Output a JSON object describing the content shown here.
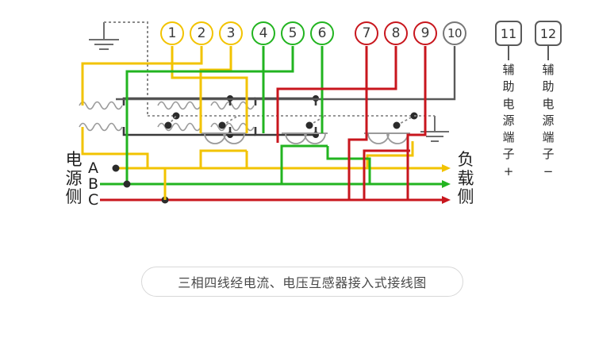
{
  "diagram": {
    "caption": "三相四线经电流、电压互感器接入式接线图",
    "source_side": {
      "label_chars": [
        "电",
        "源",
        "侧"
      ],
      "phases": [
        "A",
        "B",
        "C"
      ]
    },
    "load_side": {
      "label_chars": [
        "负",
        "载",
        "侧"
      ]
    },
    "terminals": [
      {
        "id": "1",
        "label": "1",
        "color": "#F2C300",
        "color_name": "yellow"
      },
      {
        "id": "2",
        "label": "2",
        "color": "#F2C300",
        "color_name": "yellow"
      },
      {
        "id": "3",
        "label": "3",
        "color": "#F2C300",
        "color_name": "yellow"
      },
      {
        "id": "4",
        "label": "4",
        "color": "#22B420",
        "color_name": "green"
      },
      {
        "id": "5",
        "label": "5",
        "color": "#22B420",
        "color_name": "green"
      },
      {
        "id": "6",
        "label": "6",
        "color": "#22B420",
        "color_name": "green"
      },
      {
        "id": "7",
        "label": "7",
        "color": "#C8161D",
        "color_name": "red"
      },
      {
        "id": "8",
        "label": "8",
        "color": "#C8161D",
        "color_name": "red"
      },
      {
        "id": "9",
        "label": "9",
        "color": "#C8161D",
        "color_name": "red"
      },
      {
        "id": "10",
        "label": "10",
        "color": "#777777",
        "color_name": "gray"
      }
    ],
    "aux_terminals": [
      {
        "id": "11",
        "label": "11",
        "chars": [
          "辅",
          "助",
          "电",
          "源",
          "端",
          "子",
          "+"
        ]
      },
      {
        "id": "12",
        "label": "12",
        "chars": [
          "辅",
          "助",
          "电",
          "源",
          "端",
          "子",
          "−"
        ]
      }
    ],
    "colors": {
      "phase_a": "#F2C300",
      "phase_b": "#22B420",
      "phase_c": "#C8161D",
      "neutral": "#5a5a5a",
      "ground_dash": "#8a8a8a",
      "coil": "#9a9a9a"
    },
    "components": {
      "voltage_transformers": 3,
      "current_transformers": 3,
      "ground_symbols": 2
    }
  }
}
